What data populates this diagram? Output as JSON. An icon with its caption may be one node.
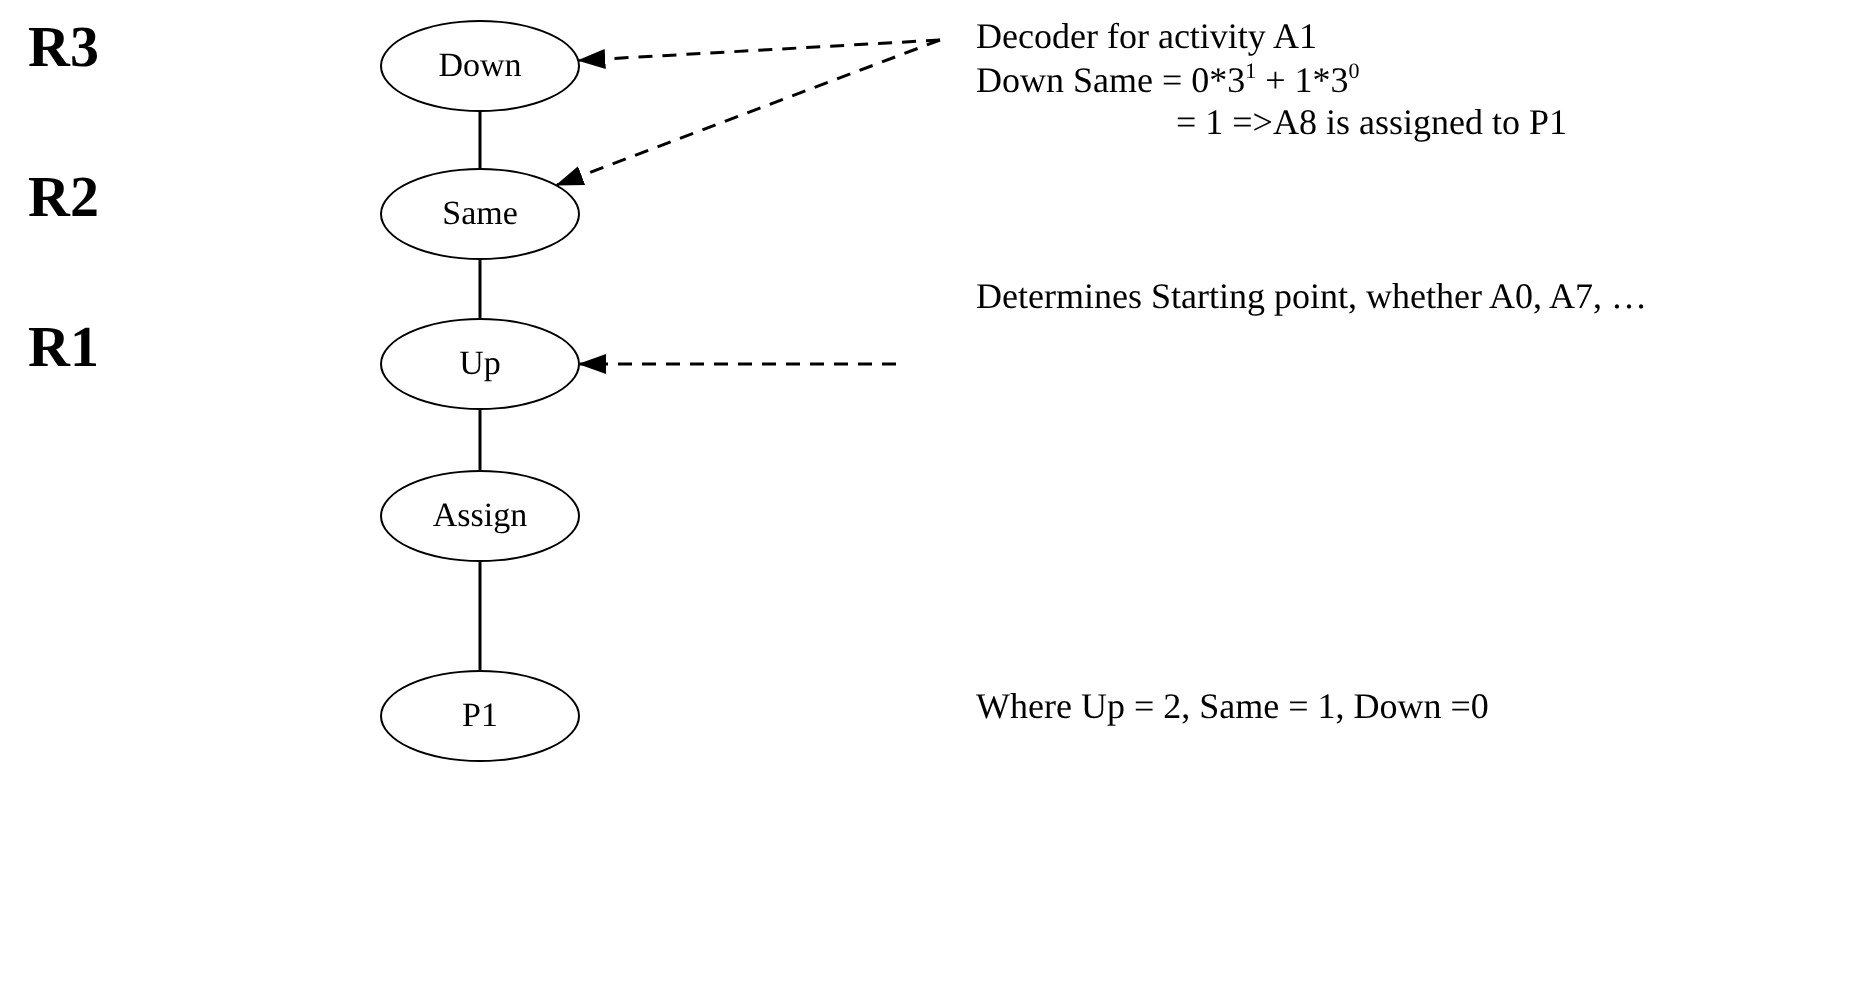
{
  "diagram": {
    "nodes": [
      {
        "text": [
          "Down"
        ]
      },
      {
        "text": [
          "Same"
        ]
      },
      {
        "text": [
          "Up"
        ]
      },
      {
        "text": [
          "Assign"
        ]
      },
      {
        "text": [
          "P1"
        ]
      },
      {
        "text": [
          "Decoder for activity A1",
          "Down Same =  0*3$^{1}$ + 1*3$^{0}$",
          "= 1 =>A8 is assigned to P1"
        ]
      },
      {
        "text": [
          "Determines Starting point, whether A0, A7, …"
        ]
      }
    ],
    "edges": [
      {
        "from": 0,
        "to": 1,
        "arrow": "none"
      },
      {
        "from": 1,
        "to": 2,
        "arrow": "none"
      },
      {
        "from": 2,
        "to": 3,
        "arrow": "none"
      },
      {
        "from": 3,
        "to": 4,
        "arrow": "none"
      },
      {
        "from": 5,
        "to": 0,
        "arrow": "to",
        "style": "dashed"
      },
      {
        "from": 5,
        "to": 1,
        "arrow": "to",
        "style": "dashed"
      },
      {
        "from": 6,
        "to": 2,
        "arrow": "to",
        "style": "dashed"
      }
    ],
    "labels": [
      "R3",
      "R2",
      "R1",
      "Where Up = 2, Same = 1, Down =0"
    ]
  }
}
